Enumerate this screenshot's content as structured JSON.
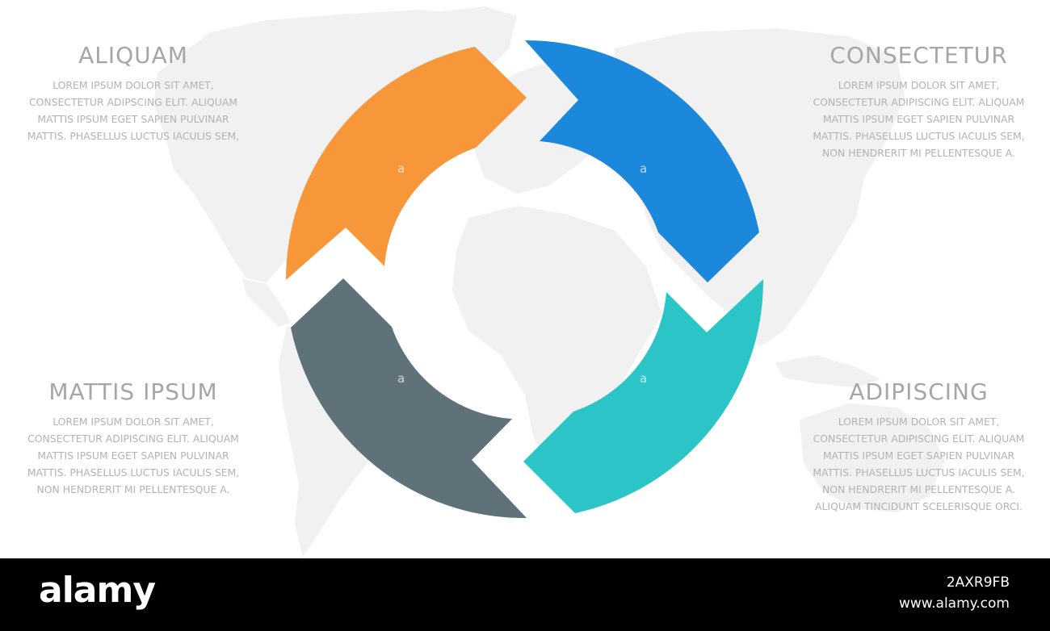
{
  "colors": {
    "orange": "#f7973a",
    "blue": "#1b88db",
    "teal": "#2bc5c8",
    "slate": "#5f7179",
    "map": "#f1f1f1",
    "heading_gray": "#a6a6a6",
    "body_gray": "#b3b3b3"
  },
  "blocks": {
    "top_left": {
      "title": "ALIQUAM",
      "lines": [
        "LOREM IPSUM DOLOR SIT AMET,",
        "CONSECTETUR ADIPSCING ELIT. ALIQUAM",
        "MATTIS IPSUM EGET SAPIEN PULVINAR",
        "MATTIS. PHASELLUS LUCTUS IACULIS SEM,"
      ]
    },
    "top_right": {
      "title": "CONSECTETUR",
      "lines": [
        "LOREM IPSUM DOLOR SIT AMET,",
        "CONSECTETUR ADIPISCING ELIT. ALIQUAM",
        "MATTIS IPSUM EGET SAPIEN PULVINAR",
        "MATTIS. PHASELLUS LUCTUS IACULIS SEM,",
        "NON HENDRERIT MI PELLENTESQUE A."
      ]
    },
    "bottom_left": {
      "title": "MATTIS IPSUM",
      "lines": [
        "LOREM IPSUM DOLOR SIT AMET,",
        "CONSECTETUR ADIPISCING ELIT. ALIQUAM",
        "MATTIS IPSUM EGET SAPIEN PULVINAR",
        "MATTIS. PHASELLUS LUCTUS IACULIS SEM,",
        "NON HENDRERIT MI PELLENTESQUE A."
      ]
    },
    "bottom_right": {
      "title": "ADIPISCING",
      "lines": [
        "LOREM IPSUM DOLOR SIT AMET,",
        "CONSECTETUR ADIPISCING ELIT. ALIQUAM",
        "MATTIS IPSUM EGET SAPIEN PULVINAR",
        "MATTIS. PHASELLUS LUCTUS IACULIS SEM,",
        "NON HENDRERIT MI PELLENTESQUE A.",
        "ALIQUAM TINCIDUNT SCELERISQUE ORCI."
      ]
    }
  },
  "watermark": {
    "glyph": "a",
    "logo": "alamy",
    "image_id": "2AXR9FB",
    "url": "www.alamy.com"
  }
}
